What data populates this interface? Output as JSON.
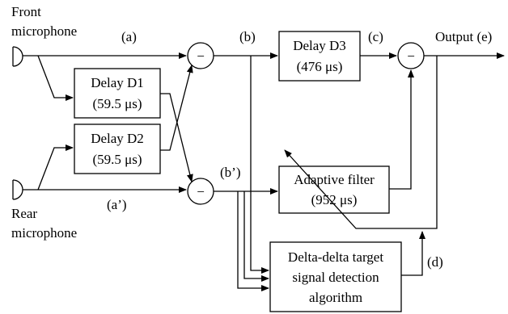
{
  "labels": {
    "front_line1": "Front",
    "front_line2": "microphone",
    "rear_line1": "Rear",
    "rear_line2": "microphone",
    "sig_a": "(a)",
    "sig_a_prime": "(a’)",
    "sig_b": "(b)",
    "sig_b_prime": "(b’)",
    "sig_c": "(c)",
    "sig_d": "(d)",
    "output": "Output (e)"
  },
  "blocks": {
    "delay_d1": {
      "line1": "Delay D1",
      "line2": "(59.5 μs)"
    },
    "delay_d2": {
      "line1": "Delay D2",
      "line2": "(59.5 μs)"
    },
    "delay_d3": {
      "line1": "Delay D3",
      "line2": "(476 μs)"
    },
    "adaptive": {
      "line1": "Adaptive filter",
      "line2": "(952 μs)"
    },
    "detect": {
      "line1": "Delta-delta target",
      "line2": "signal detection",
      "line3": "algorithm"
    }
  },
  "operators": {
    "minus": "−"
  }
}
